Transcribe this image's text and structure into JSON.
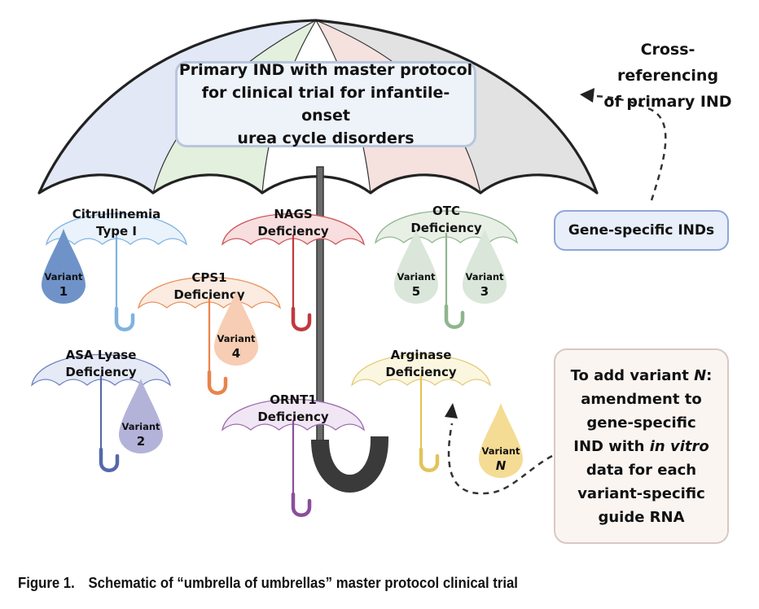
{
  "figure": {
    "caption_label": "Figure 1.",
    "caption_text": "Schematic of “umbrella of umbrellas” master protocol clinical trial"
  },
  "master_umbrella": {
    "label": "Primary IND with master protocol for clinical trial for infantile-onset urea cycle disorders",
    "label_lines": [
      "Primary IND with master protocol",
      "for clinical trial for infantile-onset",
      "urea cycle disorders"
    ],
    "panel_colors": [
      "#e3e8f6",
      "#e2f0dd",
      "#ffffff",
      "#f5e1de",
      "#e2e2e2"
    ],
    "outline_color": "#222222",
    "handle_color": "#3a3a3a",
    "shaft_color": "#6b6b6b"
  },
  "cross_reference": {
    "label_lines": [
      "Cross-referencing",
      "of primary IND"
    ]
  },
  "gene_specific": {
    "label": "Gene-specific INDs"
  },
  "add_variant": {
    "lines": [
      {
        "text": "To add variant ",
        "italic_suffix": "N",
        "suffix": ":"
      },
      {
        "text": "amendment to"
      },
      {
        "text": "gene-specific"
      },
      {
        "text": "IND with ",
        "italic_suffix": "in vitro"
      },
      {
        "text": "data for each"
      },
      {
        "text": "variant-specific"
      },
      {
        "text": "guide RNA"
      }
    ]
  },
  "sub_umbrellas": [
    {
      "id": "citrullinemia",
      "label_lines": [
        "Citrullinemia",
        "Type I"
      ],
      "fill": "#eaf2fb",
      "stroke": "#7fb2e0",
      "handle": "#7fb2e0"
    },
    {
      "id": "nags",
      "label_lines": [
        "NAGS",
        "Deficiency"
      ],
      "fill": "#f8dede",
      "stroke": "#c9545a",
      "handle": "#c0393f"
    },
    {
      "id": "otc",
      "label_lines": [
        "OTC",
        "Deficiency"
      ],
      "fill": "#e8f0e6",
      "stroke": "#8fb58f",
      "handle": "#8fb58f"
    },
    {
      "id": "cps1",
      "label_lines": [
        "CPS1",
        "Deficiency"
      ],
      "fill": "#fcebe0",
      "stroke": "#e8905a",
      "handle": "#e8844a"
    },
    {
      "id": "asa-lyase",
      "label_lines": [
        "ASA Lyase",
        "Deficiency"
      ],
      "fill": "#e6eaf6",
      "stroke": "#6f82c0",
      "handle": "#5568aa"
    },
    {
      "id": "arginase",
      "label_lines": [
        "Arginase",
        "Deficiency"
      ],
      "fill": "#fbf6df",
      "stroke": "#e4cc78",
      "handle": "#e3c35a"
    },
    {
      "id": "ornt1",
      "label_lines": [
        "ORNT1",
        "Deficiency"
      ],
      "fill": "#f1e6f4",
      "stroke": "#9b6aaa",
      "handle": "#8a4f9a"
    }
  ],
  "variants": [
    {
      "word": "Variant",
      "num": "1",
      "fill": "#6f93c9"
    },
    {
      "word": "Variant",
      "num": "2",
      "fill": "#b3b3d9"
    },
    {
      "word": "Variant",
      "num": "3",
      "fill": "#d9e6d9"
    },
    {
      "word": "Variant",
      "num": "4",
      "fill": "#f7cdb3"
    },
    {
      "word": "Variant",
      "num": "5",
      "fill": "#d9e6d9"
    },
    {
      "word": "Variant",
      "num": "N",
      "fill": "#f4dc94",
      "italic": true
    }
  ]
}
